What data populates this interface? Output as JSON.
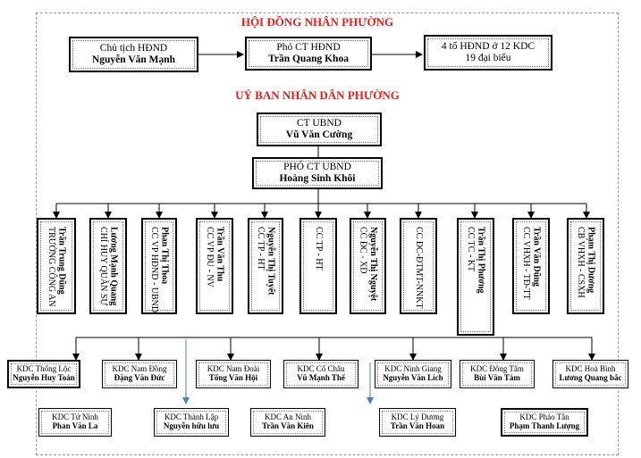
{
  "council": {
    "title": "HỘI ĐỒNG NHÂN PHƯỜNG",
    "chair": {
      "role": "Chủ tịch HĐND",
      "name": "Nguyễn Văn Mạnh"
    },
    "vice_chair": {
      "role": "Phó CT HĐND",
      "name": "Trần Quang Khoa"
    },
    "delegates": {
      "line1": "4 tổ HĐND ở 12 KDC",
      "line2": "19 đại biểu"
    }
  },
  "committee": {
    "title": "UỶ BAN NHÂN DÂN PHƯỜNG",
    "chair": {
      "role": "CT UBND",
      "name": "Vũ Văn Cường"
    },
    "vice_chair": {
      "role": "PHÓ CT UBND",
      "name": "Hoàng Sinh Khôi"
    }
  },
  "departments": [
    {
      "role": "TRƯỞNG CÔNG AN",
      "name": "Trần Trung Dũng"
    },
    {
      "role": "CHỈ HUY QUÂN SỰ",
      "name": "Lương Mạnh Quang"
    },
    {
      "role": "CC VP HĐND - UBND",
      "name": "Phan Thị Thoa"
    },
    {
      "role": "CC VP ĐU - NV",
      "name": "Trần Văn Thu"
    },
    {
      "role": "CC TP - HT",
      "name": "Nguyễn Thị Tuyết"
    },
    {
      "role": "CC TP - HT",
      "name": ""
    },
    {
      "role": "CC ĐC - XD",
      "name": "Nguyễn Thị Nguyệt"
    },
    {
      "role": "CC ĐC-ĐTMT-NNKT",
      "name": ""
    },
    {
      "role": "CC TC - KT",
      "name": "Trần Thị Phương"
    },
    {
      "role": "CC VHXH - TĐ-TT",
      "name": "Trần Văn Dũng"
    },
    {
      "role": "CB VHXH - CSXH",
      "name": "Phạm Thị Dương"
    }
  ],
  "kdc_row1": [
    {
      "label": "KDC Thống Lộc",
      "name": "Nguyễn Huy Toàn"
    },
    {
      "label": "KDC Nam Đồng",
      "name": "Đặng Văn Đức"
    },
    {
      "label": "KDC Nam Đoài",
      "name": "Tống Văn Hội"
    },
    {
      "label": "KDC Cổ Châu",
      "name": "Vũ Mạnh Thể"
    },
    {
      "label": "KDC Ninh Giang",
      "name": "Nguyễn Văn Lích"
    },
    {
      "label": "KDC Đông Tâm",
      "name": "Bùi Văn Tám"
    },
    {
      "label": "KDC Hoà Bình",
      "name": "Lương Quang bắc"
    }
  ],
  "kdc_row2": [
    {
      "label": "KDC Tứ Ninh",
      "name": "Phan Văn La"
    },
    {
      "label": "KDC Thành Lập",
      "name": "Nguyễn hữu lưu"
    },
    {
      "label": "KDC An Ninh",
      "name": "Trần Văn Kiên"
    },
    {
      "label": "KDC Lý Dương",
      "name": "Trần Văn Hoan"
    },
    {
      "label": "KDC Phảo Tân",
      "name": "Phạm Thanh Lượng"
    }
  ]
}
